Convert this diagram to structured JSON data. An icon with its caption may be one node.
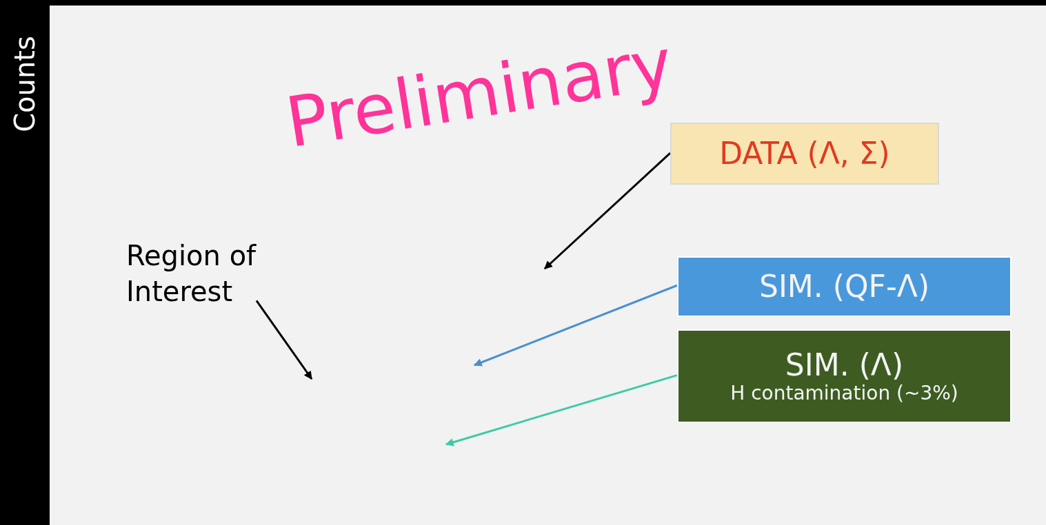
{
  "diagram": {
    "nodes": [
      {
        "text": [
          "Region of Interest"
        ]
      },
      {
        "text": [
          "DATA (Λ, Σ)"
        ]
      },
      {
        "text": [
          "SIM. (QF-Λ)"
        ]
      },
      {
        "text": [
          "SIM. (Λ)",
          "H contamination (~3%)"
        ]
      }
    ],
    "edges": [
      {
        "from": 0,
        "to": null,
        "arrow": "to"
      },
      {
        "from": 1,
        "to": null,
        "arrow": "to"
      },
      {
        "from": 2,
        "to": null,
        "arrow": "to",
        "color": "#4a90d0"
      },
      {
        "from": 3,
        "to": null,
        "arrow": "to",
        "color": "#3ccaa8"
      }
    ],
    "labels": [
      "Counts",
      "Preliminary"
    ]
  }
}
